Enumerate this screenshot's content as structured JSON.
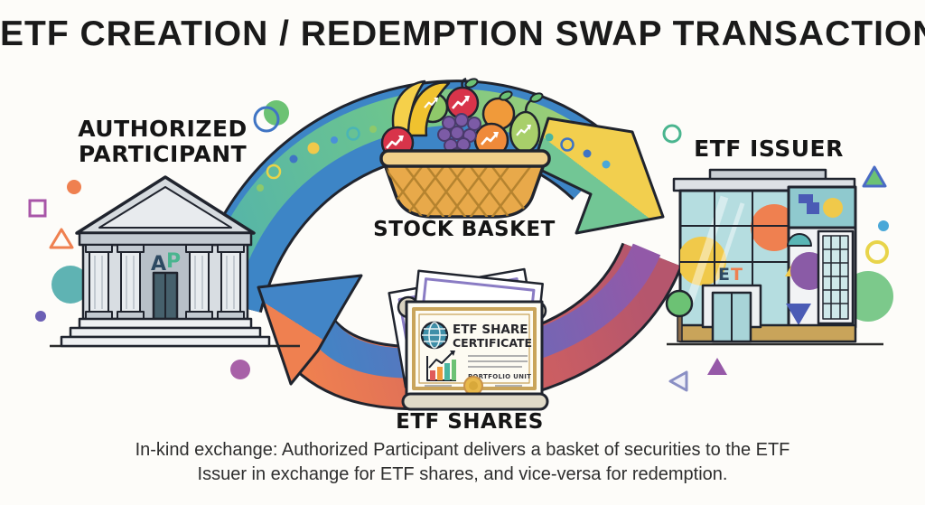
{
  "title": "ETF CREATION / REDEMPTION SWAP TRANSACTION",
  "nodes": {
    "authorized_participant": {
      "label": "AUTHORIZED PARTICIPANT",
      "sign": [
        "A",
        "P"
      ]
    },
    "stock_basket": {
      "label": "STOCK BASKET"
    },
    "etf_issuer": {
      "label": "ETF ISSUER",
      "sign": [
        "E",
        "T"
      ]
    },
    "etf_shares": {
      "label": "ETF SHARES"
    }
  },
  "certificate": {
    "title_line1": "ETF SHARE",
    "title_line2": "CERTIFICATE",
    "subtitle": "PORTFOLIO UNIT"
  },
  "caption": "In-kind exchange: Authorized Participant delivers a basket of securities to the ETF Issuer in exchange for ETF shares, and vice-versa for redemption.",
  "flows": [
    {
      "name": "creation-flow",
      "from": "AUTHORIZED PARTICIPANT",
      "to": "ETF ISSUER",
      "carries": "STOCK BASKET",
      "direction": "left-to-right"
    },
    {
      "name": "redemption-flow",
      "from": "ETF ISSUER",
      "to": "AUTHORIZED PARTICIPANT",
      "carries": "ETF SHARES",
      "direction": "right-to-left"
    }
  ],
  "palette": {
    "background": "#fdfcf9",
    "outline": "#20242e",
    "creation_band_top": "#6cc48f",
    "creation_band_bottom": "#3d85c6",
    "creation_head_yellow": "#f2cf4e",
    "creation_head_green": "#72c695",
    "redemption_band_purple": "#9259a8",
    "redemption_band_blue": "#3f86c6",
    "redemption_band_red": "#c0566d",
    "redemption_band_orange": "#ef8050",
    "label_color": "#151515"
  }
}
